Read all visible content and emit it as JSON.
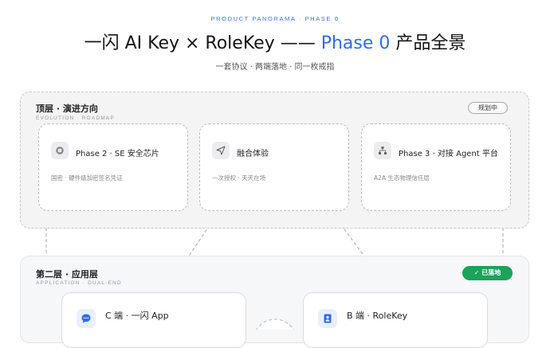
{
  "header": {
    "eyebrow": "PRODUCT PANORAMA · PHASE 0",
    "title_prefix": "一闪 AI Key × RoleKey —— ",
    "title_accent": "Phase 0",
    "title_suffix": " 产品全景",
    "subtitle": "一套协议 · 两端落地 · 同一枚戒指"
  },
  "layer_top": {
    "title": "顶层 · 演进方向",
    "subtitle": "EVOLUTION · ROADMAP",
    "badge": "规划中",
    "cards": [
      {
        "icon": "chip-icon",
        "name": "Phase 2 · SE 安全芯片",
        "desc": "国密 · 硬件级加密签名凭证"
      },
      {
        "icon": "send-icon",
        "name": "融合体验",
        "desc": "一次授权 · 天天在场"
      },
      {
        "icon": "network-icon",
        "name": "Phase 3 · 对接 Agent 平台",
        "desc": "A2A 生态物理信任层"
      }
    ]
  },
  "layer_app": {
    "title": "第二层 · 应用层",
    "subtitle": "APPLICATION · DUAL-END",
    "badge": "✓ 已落地",
    "cards": [
      {
        "icon": "chat-icon",
        "name": "C 端 · 一闪 App"
      },
      {
        "icon": "badge-icon",
        "name": "B 端 · RoleKey"
      }
    ]
  },
  "colors": {
    "accent": "#2f6bf0",
    "live": "#1aa35a"
  }
}
